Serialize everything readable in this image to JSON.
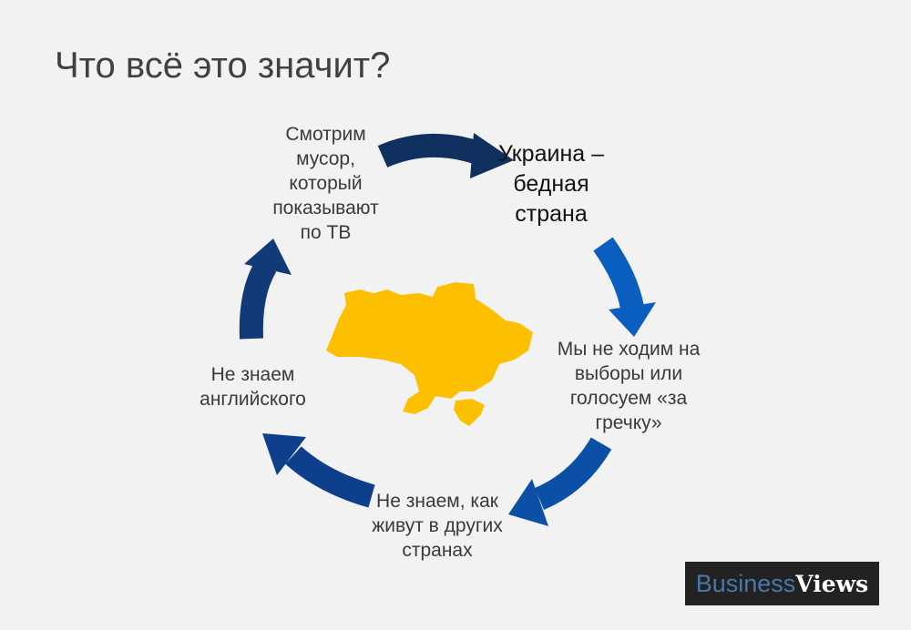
{
  "title": "Что всё это значит?",
  "cycle": [
    "Украина – бедная страна",
    "Мы не ходим на выборы или голосуем «за гречку»",
    "Не знаем, как живут в других странах",
    "Не знаем английского",
    "Смотрим мусор, который показывают по ТВ"
  ],
  "colors": {
    "map": "#fdc000",
    "arrow_dark": "#10305f",
    "arrow_bright": "#0a64c8"
  },
  "logo": {
    "part1": "Business",
    "part2": "Views"
  }
}
